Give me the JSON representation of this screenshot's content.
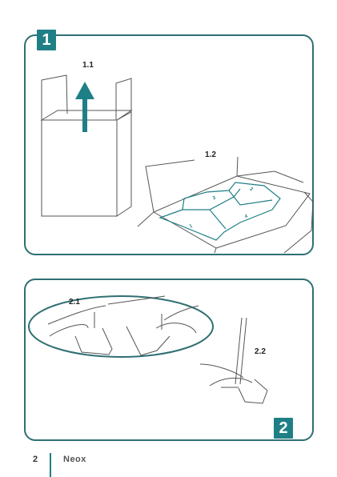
{
  "steps": {
    "step1": {
      "badge": "1",
      "sub1": "1.1",
      "sub2": "1.2"
    },
    "step2": {
      "badge": "2",
      "sub1": "2.1",
      "sub2": "2.2"
    }
  },
  "tray_numbers": [
    "1",
    "2",
    "3",
    "4"
  ],
  "footer": {
    "page": "2",
    "brand": "Neox"
  },
  "colors": {
    "accent": "#1f7f86",
    "border": "#2f6f72",
    "line": "#555555"
  }
}
